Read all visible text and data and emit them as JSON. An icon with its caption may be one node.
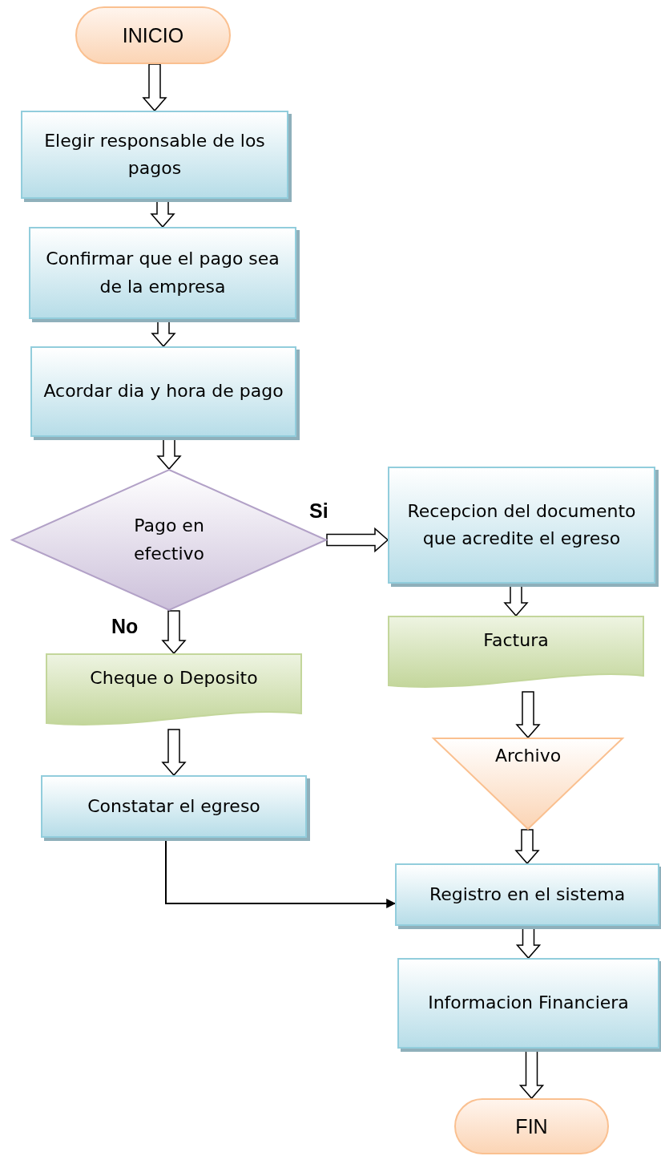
{
  "diagram": {
    "nodes": [
      {
        "text": [
          "INICIO"
        ]
      },
      {
        "text": [
          "Elegir responsable de los pagos"
        ]
      },
      {
        "text": [
          "Confirmar que el pago sea de la empresa"
        ]
      },
      {
        "text": [
          "Acordar dia y hora de pago"
        ]
      },
      {
        "text": [
          "Pago en efectivo"
        ]
      },
      {
        "text": [
          "Recepcion del documento que acredite el egreso"
        ]
      },
      {
        "text": [
          "Cheque o Deposito"
        ]
      },
      {
        "text": [
          "Factura"
        ]
      },
      {
        "text": [
          "Constatar el egreso"
        ]
      },
      {
        "text": [
          "Archivo"
        ]
      },
      {
        "text": [
          "Registro en el sistema"
        ]
      },
      {
        "text": [
          "Informacion Financiera"
        ]
      },
      {
        "text": [
          "FIN"
        ]
      }
    ],
    "edges": [
      {
        "from": 0,
        "to": 1,
        "arrow": "to",
        "style": "thick"
      },
      {
        "from": 1,
        "to": 2,
        "arrow": "to",
        "style": "thick"
      },
      {
        "from": 2,
        "to": 3,
        "arrow": "to",
        "style": "thick"
      },
      {
        "from": 3,
        "to": 4,
        "arrow": "to",
        "style": "thick"
      },
      {
        "from": 4,
        "to": 5,
        "arrow": "to",
        "style": "thick",
        "label": "Si"
      },
      {
        "from": 4,
        "to": 6,
        "arrow": "to",
        "style": "thick",
        "label": "No"
      },
      {
        "from": 5,
        "to": 7,
        "arrow": "to",
        "style": "thick"
      },
      {
        "from": 6,
        "to": 8,
        "arrow": "to",
        "style": "thick"
      },
      {
        "from": 7,
        "to": 9,
        "arrow": "to",
        "style": "thick"
      },
      {
        "from": 9,
        "to": 10,
        "arrow": "to",
        "style": "thick"
      },
      {
        "from": 8,
        "to": 10,
        "arrow": "to"
      },
      {
        "from": 10,
        "to": 11,
        "arrow": "to",
        "style": "thick"
      },
      {
        "from": 11,
        "to": 12,
        "arrow": "to",
        "style": "thick"
      }
    ]
  }
}
